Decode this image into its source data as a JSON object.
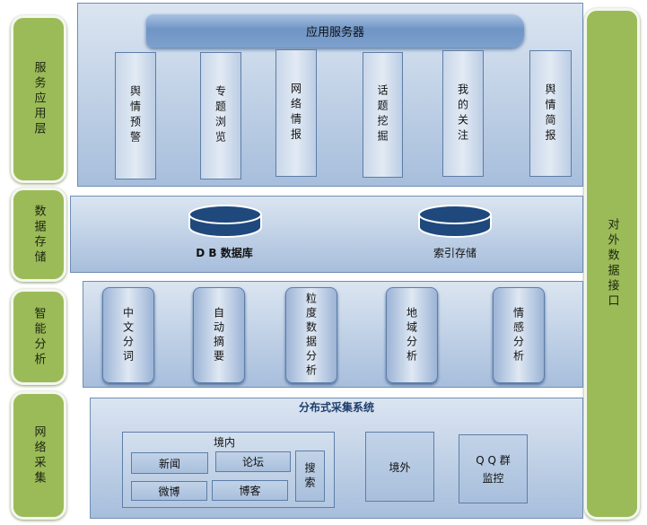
{
  "layers": {
    "service": "服务应用层",
    "storage": "数据存储",
    "analysis": "智能分析",
    "collection": "网络采集"
  },
  "external_interface": "对外数据接口",
  "service": {
    "server": "应用服务器",
    "apps": [
      "舆情预警",
      "专题浏览",
      "网络情报",
      "话题挖掘",
      "我的关注",
      "舆情简报"
    ]
  },
  "storage": {
    "db": "D B 数据库",
    "index": "索引存储"
  },
  "analysis": {
    "modules": [
      "中文分词",
      "自动摘要",
      "粒度数据分析",
      "地域分析",
      "情感分析"
    ]
  },
  "collection": {
    "title": "分布式采集系统",
    "domestic": {
      "title": "境内",
      "items": [
        "新闻",
        "论坛",
        "微博",
        "博客"
      ],
      "search": "搜索"
    },
    "foreign": "境外",
    "qq": "Q Q 群\n监控"
  },
  "colors": {
    "green": "#9bbb59",
    "navy": "#1f497d"
  }
}
